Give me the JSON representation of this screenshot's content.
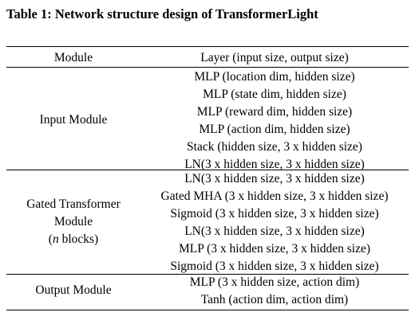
{
  "caption": "Table 1: Network structure design of TransformerLight",
  "header": {
    "module": "Module",
    "layer": "Layer (input size, output size)"
  },
  "sections": [
    {
      "module_lines": [
        "Input Module"
      ],
      "layers": [
        "MLP (location dim, hidden size)",
        "MLP (state dim, hidden size)",
        "MLP (reward dim, hidden size)",
        "MLP (action dim, hidden size)",
        "Stack (hidden size, 3 x hidden size)",
        "LN(3 x hidden size, 3 x hidden size)"
      ]
    },
    {
      "module_lines": [
        "Gated Transformer",
        "Module"
      ],
      "module_blocks": {
        "n": "n",
        "rest": " blocks)",
        "open": "("
      },
      "layers": [
        "LN(3 x hidden size, 3 x hidden size)",
        "Gated MHA (3 x hidden size, 3 x hidden size)",
        "Sigmoid (3 x hidden size, 3 x hidden size)",
        "LN(3 x hidden size, 3 x hidden size)",
        "MLP (3 x hidden size, 3 x hidden size)",
        "Sigmoid (3 x hidden size, 3 x hidden size)"
      ]
    },
    {
      "module_lines": [
        "Output Module"
      ],
      "layers": [
        "MLP (3 x hidden size, action dim)",
        "Tanh (action dim, action dim)"
      ]
    }
  ]
}
